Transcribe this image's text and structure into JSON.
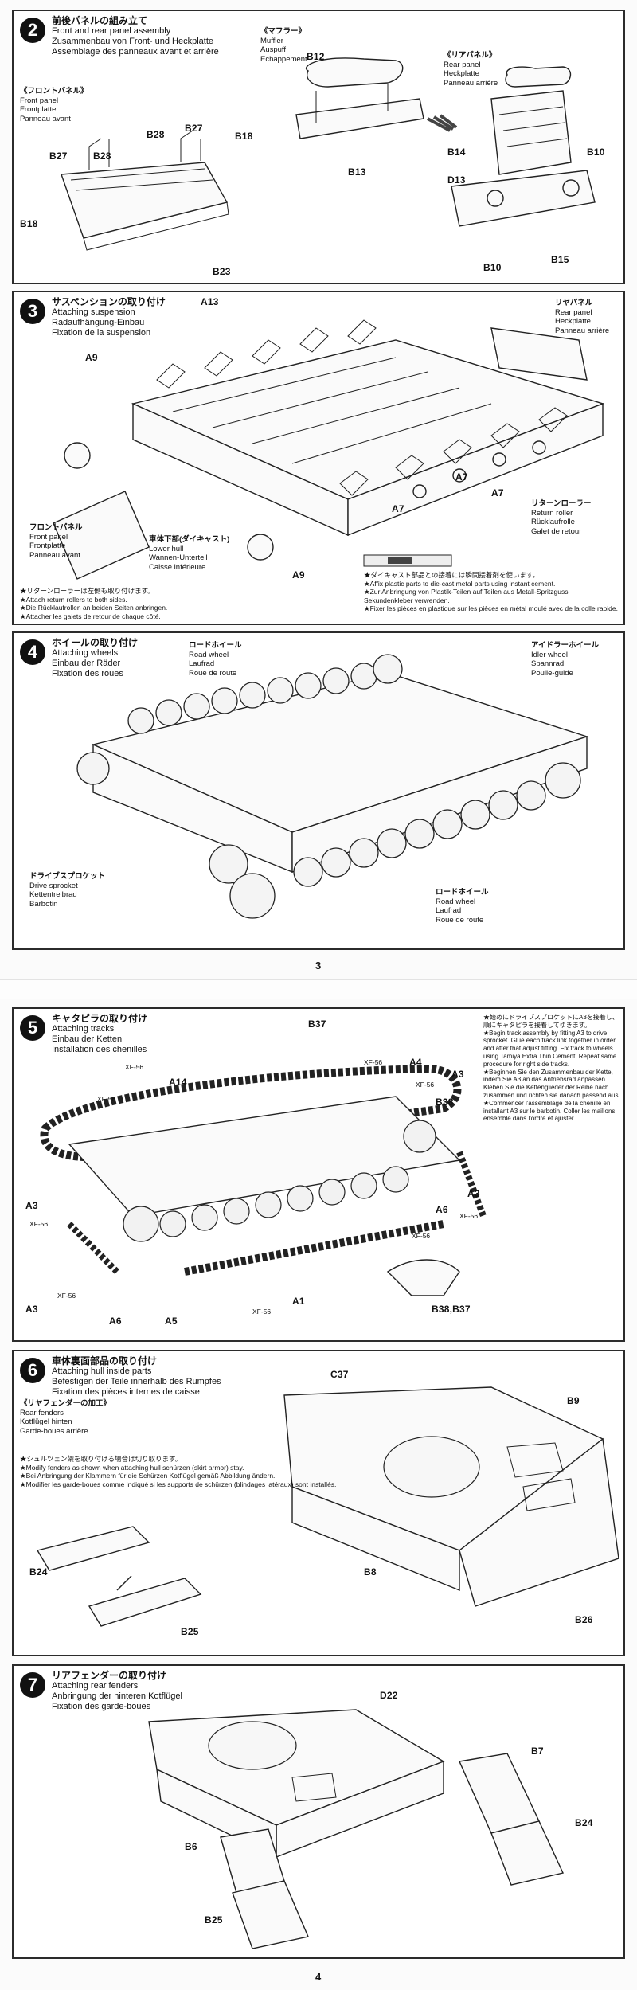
{
  "page_numbers": {
    "top": "3",
    "bottom": "4"
  },
  "steps": {
    "s2": {
      "number": "2",
      "title": {
        "jp": "前後パネルの組み立て",
        "en": "Front and rear panel assembly",
        "de": "Zusammenbau von Front- und Heckplatte",
        "fr": "Assemblage des panneaux avant et arrière"
      },
      "muffler": {
        "jp": "《マフラー》",
        "en": "Muffler",
        "de": "Auspuff",
        "fr": "Echappement"
      },
      "rear_panel": {
        "jp": "《リアパネル》",
        "en": "Rear panel",
        "de": "Heckplatte",
        "fr": "Panneau arrière"
      },
      "front_panel": {
        "jp": "《フロントパネル》",
        "en": "Front panel",
        "de": "Frontplatte",
        "fr": "Panneau avant"
      },
      "parts": [
        "B12",
        "B13",
        "B28",
        "B27",
        "B18",
        "B27",
        "B28",
        "B18",
        "B23",
        "B14",
        "D13",
        "B10",
        "B10",
        "B15"
      ]
    },
    "s3": {
      "number": "3",
      "title": {
        "jp": "サスペンションの取り付け",
        "en": "Attaching suspension",
        "de": "Radaufhängung-Einbau",
        "fr": "Fixation de la suspension"
      },
      "rear_panel": {
        "jp": "リヤパネル",
        "en": "Rear panel",
        "de": "Heckplatte",
        "fr": "Panneau arrière"
      },
      "front_panel": {
        "jp": "フロントパネル",
        "en": "Front panel",
        "de": "Frontplatte",
        "fr": "Panneau avant"
      },
      "lower_hull": {
        "jp": "車体下部(ダイキャスト)",
        "en": "Lower hull",
        "de": "Wannen-Unterteil",
        "fr": "Caisse inférieure"
      },
      "return_roller": {
        "jp": "リターンローラー",
        "en": "Return roller",
        "de": "Rücklaufrolle",
        "fr": "Galet de retour"
      },
      "parts": [
        "A13",
        "A9",
        "A9",
        "A7",
        "A7",
        "A7"
      ],
      "notes_left": [
        "★リターンローラーは左側も取り付けます。",
        "★Attach return rollers to both sides.",
        "★Die Rücklaufrollen an beiden Seiten anbringen.",
        "★Attacher les galets de retour de chaque côté."
      ],
      "notes_right": [
        "★ダイキャスト部品との接着には瞬間接着剤を使います。",
        "★Affix plastic parts to die-cast metal parts using instant cement.",
        "★Zur Anbringung von Plastik-Teilen auf Teilen aus Metall-Spritzguss Sekundenkleber verwenden.",
        "★Fixer les pièces en plastique sur les pièces en métal moulé avec de la colle rapide."
      ]
    },
    "s4": {
      "number": "4",
      "title": {
        "jp": "ホイールの取り付け",
        "en": "Attaching wheels",
        "de": "Einbau der Räder",
        "fr": "Fixation des roues"
      },
      "road_wheel_top": {
        "jp": "ロードホイール",
        "en": "Road wheel",
        "de": "Laufrad",
        "fr": "Roue de route"
      },
      "idler_wheel": {
        "jp": "アイドラーホイール",
        "en": "Idler wheel",
        "de": "Spannrad",
        "fr": "Poulie-guide"
      },
      "drive_sprocket": {
        "jp": "ドライブスプロケット",
        "en": "Drive sprocket",
        "de": "Kettentreibrad",
        "fr": "Barbotin"
      },
      "road_wheel_bottom": {
        "jp": "ロードホイール",
        "en": "Road wheel",
        "de": "Laufrad",
        "fr": "Roue de route"
      }
    },
    "s5": {
      "number": "5",
      "title": {
        "jp": "キャタピラの取り付け",
        "en": "Attaching tracks",
        "de": "Einbau der Ketten",
        "fr": "Installation des chenilles"
      },
      "parts": [
        "B37",
        "A14",
        "A4",
        "A3",
        "B38",
        "A3",
        "A6",
        "A3",
        "A3",
        "A6",
        "A5",
        "A1",
        "B38,B37"
      ],
      "cement_labels": [
        "XF-56",
        "XF-56",
        "XF-56",
        "XF-56",
        "XF-56",
        "XF-56",
        "XF-56",
        "XF-56",
        "XF-56"
      ],
      "side_text_jp": "★始めにドライブスプロケットにA3を接着し、順にキャタピラを接着してゆきます。",
      "side_text_en": "★Begin track assembly by fitting A3 to drive sprocket. Glue each track link together in order and after that adjust fitting. Fix track to wheels using Tamiya Extra Thin Cement. Repeat same procedure for right side tracks.",
      "side_text_de": "★Beginnen Sie den Zusammenbau der Kette, indem Sie A3 an das Antriebsrad anpassen. Kleben Sie die Kettenglieder der Reihe nach zusammen und richten sie danach passend aus.",
      "side_text_fr": "★Commencer l'assemblage de la chenille en installant A3 sur le barbotin. Coller les maillons ensemble dans l'ordre et ajuster."
    },
    "s6": {
      "number": "6",
      "title": {
        "jp": "車体裏面部品の取り付け",
        "en": "Attaching hull inside parts",
        "de": "Befestigen der Teile innerhalb des Rumpfes",
        "fr": "Fixation des pièces internes de caisse"
      },
      "rear_fenders": {
        "jp": "《リヤフェンダーの加工》",
        "en": "Rear fenders",
        "de": "Kotflügel hinten",
        "fr": "Garde-boues arrière"
      },
      "notes": [
        "★シュルツェン架を取り付ける場合は切り取ります。",
        "★Modify fenders as shown when attaching hull schürzen (skirt armor) stay.",
        "★Bei Anbringung der Klammern für die Schürzen Kotflügel gemäß Abbildung ändern.",
        "★Modifier les garde-boues comme indiqué si les supports de schürzen (blindages latéraux) sont installés."
      ],
      "parts": [
        "C37",
        "B9",
        "B8",
        "B26",
        "B24",
        "B25"
      ]
    },
    "s7": {
      "number": "7",
      "title": {
        "jp": "リアフェンダーの取り付け",
        "en": "Attaching rear fenders",
        "de": "Anbringung der hinteren Kotflügel",
        "fr": "Fixation des garde-boues"
      },
      "parts": [
        "D22",
        "B7",
        "B24",
        "B6",
        "B25"
      ]
    }
  }
}
